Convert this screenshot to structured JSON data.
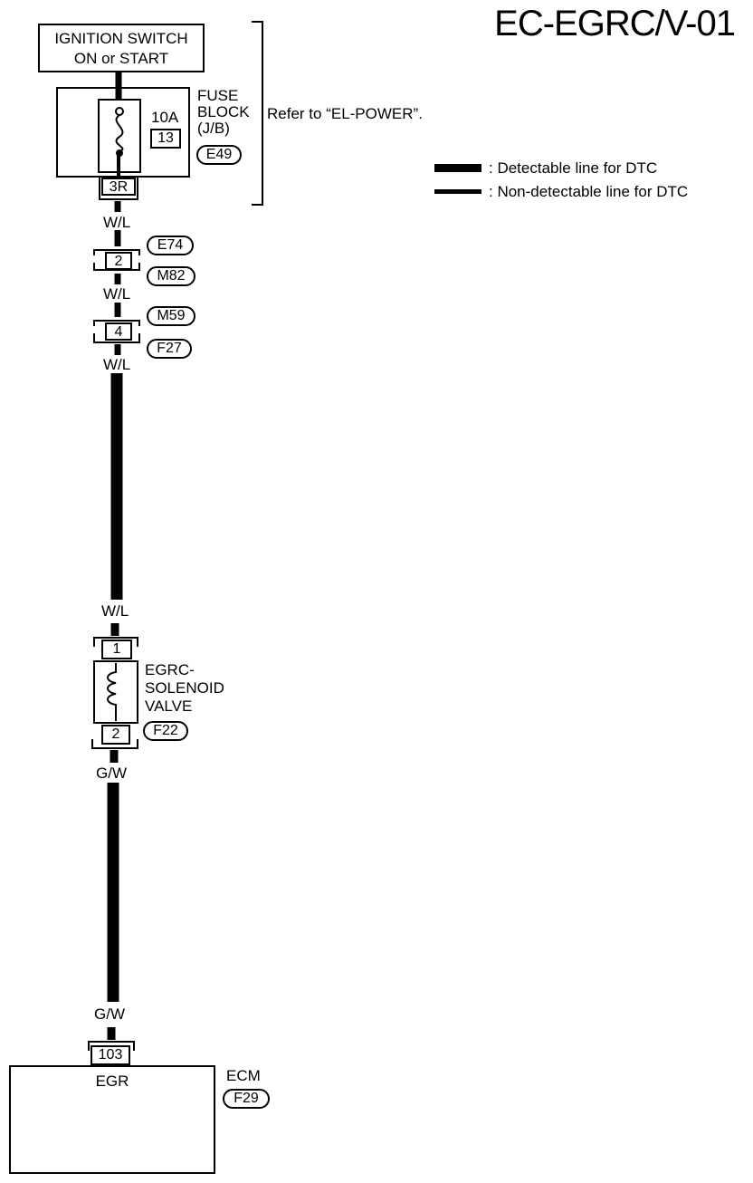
{
  "title": "EC-EGRC/V-01",
  "ignition_switch": {
    "line1": "IGNITION SWITCH",
    "line2": "ON or START"
  },
  "fuse": {
    "rating": "10A",
    "number": "13",
    "label_line1": "FUSE",
    "label_line2": "BLOCK",
    "label_line3": "(J/B)",
    "connector": "E49",
    "terminal": "3R",
    "refer": "Refer to “EL-POWER”."
  },
  "legend": [
    {
      "text": ": Detectable line for DTC"
    },
    {
      "text": ": Non-detectable line for DTC"
    }
  ],
  "wires": {
    "w1": "W/L",
    "w2": "W/L",
    "w3": "W/L",
    "w4": "W/L",
    "g1": "G/W",
    "g2": "G/W"
  },
  "connector_a": {
    "pin": "2",
    "top": "E74",
    "bottom": "M82"
  },
  "connector_b": {
    "pin": "4",
    "top": "M59",
    "bottom": "F27"
  },
  "solenoid": {
    "pin_top": "1",
    "pin_bottom": "2",
    "label_line1": "EGRC-",
    "label_line2": "SOLENOID",
    "label_line3": "VALVE",
    "connector": "F22"
  },
  "ecm": {
    "pin": "103",
    "terminal_label": "EGR",
    "label": "ECM",
    "connector": "F29"
  }
}
